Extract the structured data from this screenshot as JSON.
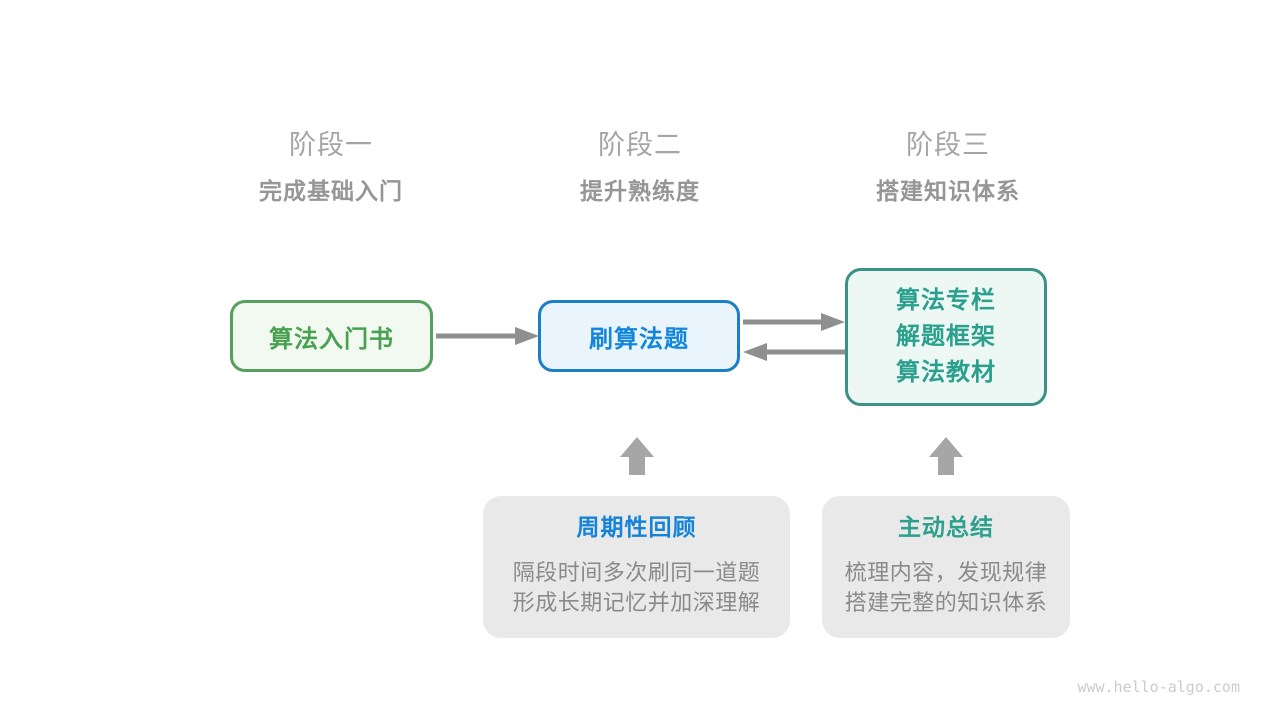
{
  "page": {
    "background_color": "#ffffff",
    "watermark": "www.hello-algo.com"
  },
  "stages": [
    {
      "title": "阶段一",
      "subtitle": "完成基础入门"
    },
    {
      "title": "阶段二",
      "subtitle": "提升熟练度"
    },
    {
      "title": "阶段三",
      "subtitle": "搭建知识体系"
    }
  ],
  "nodes": {
    "intro_book": {
      "label": "算法入门书",
      "border_color": "#56a05f",
      "text_color": "#48a150",
      "bg_color": "#f2f9f1"
    },
    "practice": {
      "label": "刷算法题",
      "border_color": "#1a7ec9",
      "text_color": "#1487dc",
      "bg_color": "#e9f4fc"
    },
    "resources": {
      "lines": [
        "算法专栏",
        "解题框架",
        "算法教材"
      ],
      "border_color": "#3a9186",
      "text_color": "#2aa08d",
      "bg_color": "#edf7f4"
    }
  },
  "notes": [
    {
      "title": "周期性回顾",
      "title_color": "#1584d8",
      "lines": [
        "隔段时间多次刷同一道题",
        "形成长期记忆并加深理解"
      ]
    },
    {
      "title": "主动总结",
      "title_color": "#2aa08d",
      "lines": [
        "梳理内容，发现规律",
        "搭建完整的知识体系"
      ]
    }
  ],
  "arrows": {
    "flow_color": "#8f8f8f",
    "block_color": "#a6a6a6",
    "items": [
      "arrow-intro-to-practice",
      "arrow-practice-to-resources",
      "arrow-resources-to-practice",
      "arrow-review-up",
      "arrow-summary-up"
    ]
  }
}
